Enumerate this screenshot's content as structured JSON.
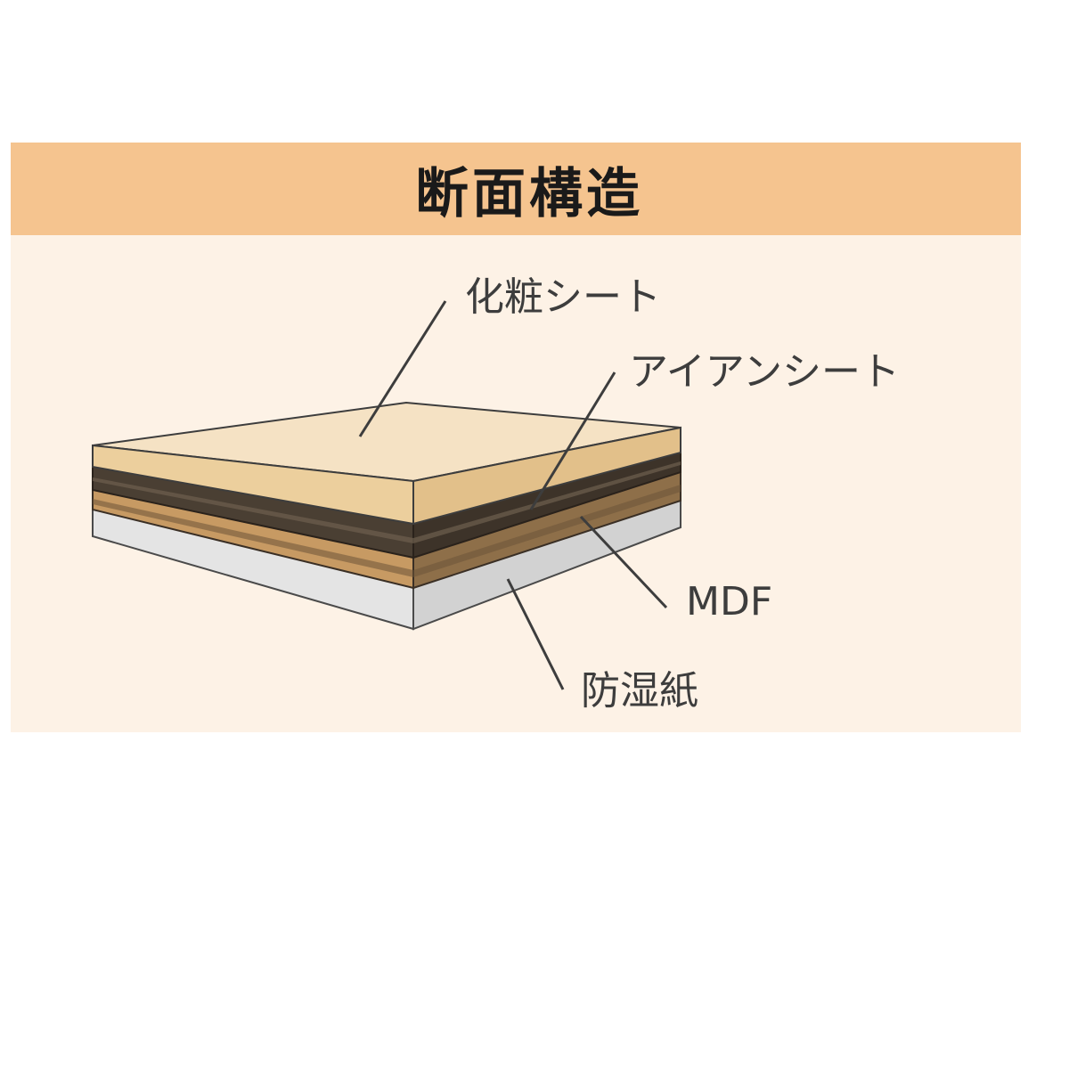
{
  "header": {
    "title": "断面構造"
  },
  "labels": {
    "decor_sheet": "化粧シート",
    "iron_sheet": "アイアンシート",
    "mdf": "MDF",
    "moisture_paper": "防湿紙"
  },
  "colors": {
    "panel_bg": "#fdf2e6",
    "header_bg": "#f5c48f",
    "decor_top": "#f5e2c4",
    "decor_side": "#eccf9d",
    "iron_layer": "#4a3f33",
    "mdf_layer": "#c79a63",
    "moisture_layer": "#dadada"
  }
}
